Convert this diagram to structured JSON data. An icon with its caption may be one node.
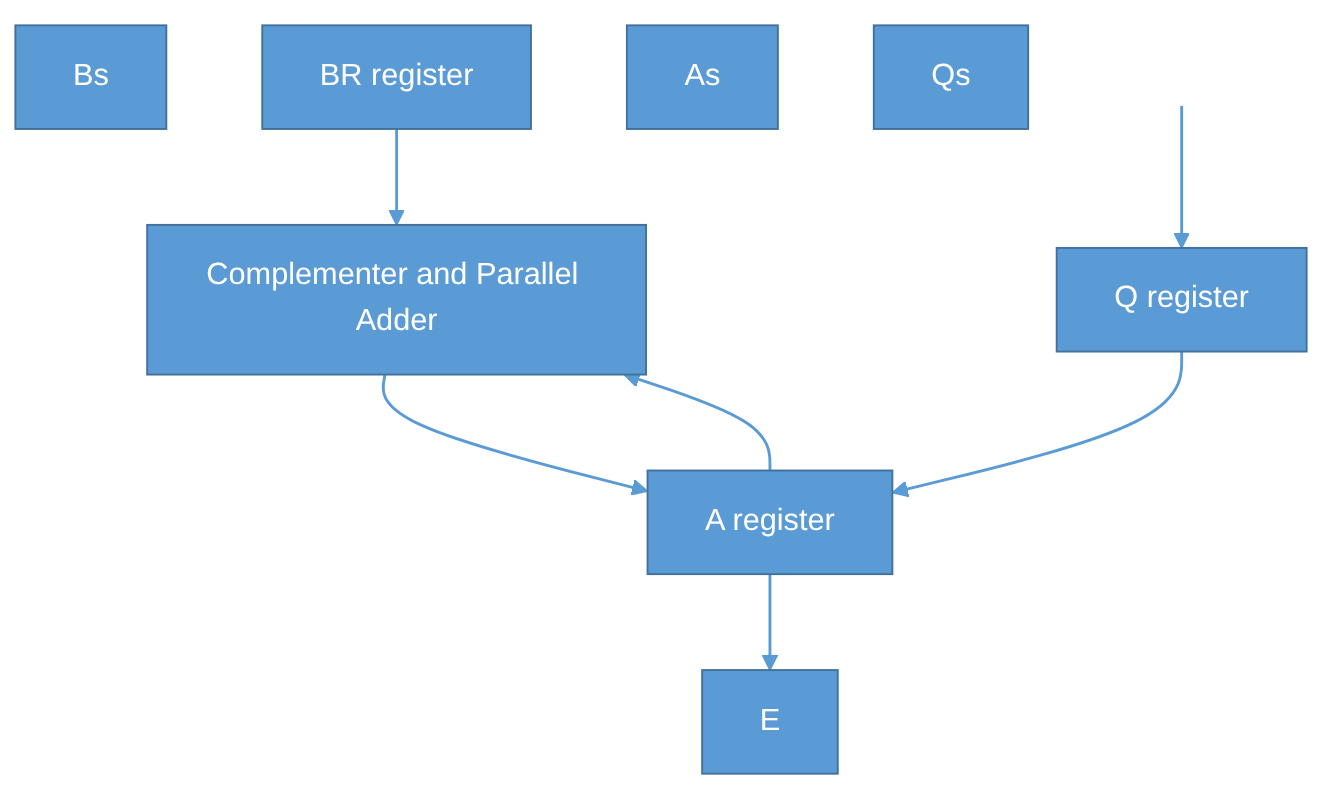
{
  "diagram": {
    "nodes": [
      {
        "text": [
          "Bs"
        ]
      },
      {
        "text": [
          "BR register"
        ]
      },
      {
        "text": [
          "Complementer and Parallel Adder"
        ]
      },
      {
        "text": [
          "As"
        ]
      },
      {
        "text": [
          "Qs"
        ]
      },
      {
        "text": [
          "E"
        ]
      },
      {
        "text": [
          "A register"
        ]
      },
      {
        "text": [
          "Q register"
        ]
      }
    ],
    "edges": [
      {
        "from": 1,
        "to": 2,
        "arrow": "to"
      },
      {
        "from": 6,
        "to": 2,
        "arrow": "to"
      },
      {
        "from": 2,
        "to": 6,
        "arrow": "to"
      },
      {
        "from": 6,
        "to": 5,
        "arrow": "to"
      },
      {
        "from": 7,
        "to": 6,
        "arrow": "to"
      },
      {
        "from": null,
        "to": 7,
        "arrow": "to"
      }
    ]
  }
}
